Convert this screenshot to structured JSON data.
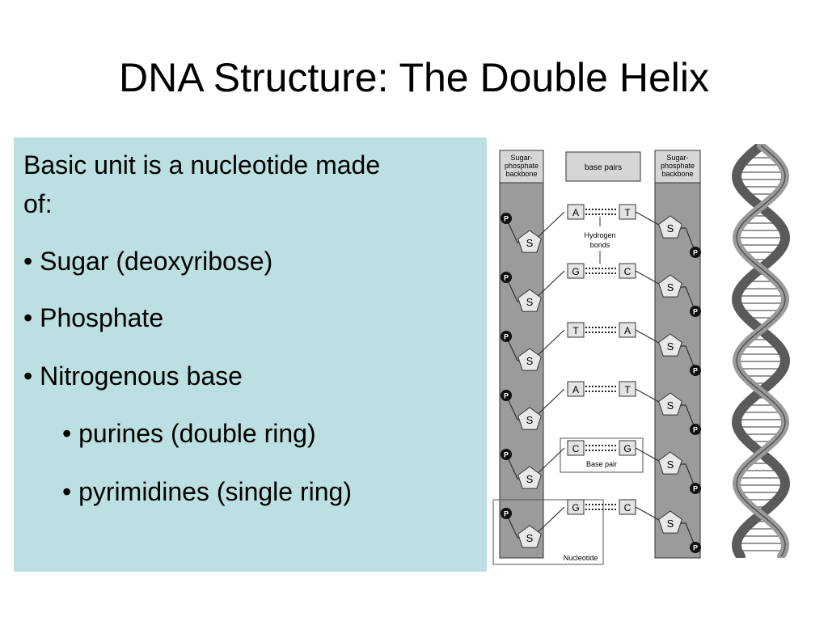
{
  "slide": {
    "title": "DNA Structure: The Double Helix"
  },
  "text_box": {
    "intro_line1": "Basic unit is a nucleotide made",
    "intro_line2": "of:",
    "bullets": [
      "• Sugar (deoxyribose)",
      "• Phosphate",
      "• Nitrogenous base"
    ],
    "sub_bullets": [
      "• purines (double ring)",
      "• pyrimidines (single ring)"
    ],
    "background_color": "#bcdfe2"
  },
  "diagram": {
    "left_header": [
      "Sugar-",
      "phosphate",
      "backbone"
    ],
    "center_header": "base pairs",
    "right_header": [
      "Sugar-",
      "phosphate",
      "backbone"
    ],
    "hydrogen_label": [
      "Hydrogen",
      "bonds"
    ],
    "base_pair_label": "Base pair",
    "nucleotide_label": "Nucleotide",
    "sugar_symbol": "S",
    "phosphate_symbol": "P",
    "pairs": [
      {
        "left": "A",
        "right": "T"
      },
      {
        "left": "G",
        "right": "C"
      },
      {
        "left": "T",
        "right": "A"
      },
      {
        "left": "A",
        "right": "T"
      },
      {
        "left": "C",
        "right": "G"
      },
      {
        "left": "G",
        "right": "C"
      }
    ]
  }
}
